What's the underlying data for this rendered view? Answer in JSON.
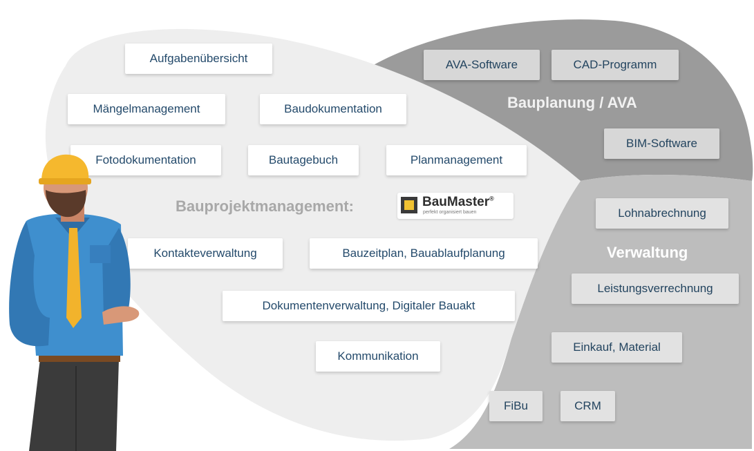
{
  "headings": {
    "planning": "Bauplanung / AVA",
    "admin": "Verwaltung",
    "main": "Bauprojektmanagement:"
  },
  "logo": {
    "wordmark": "BauMaster",
    "registered": "®",
    "tagline": "perfekt organisiert bauen"
  },
  "project_items": [
    "Aufgabenübersicht",
    "Mängelmanagement",
    "Baudokumentation",
    "Fotodokumentation",
    "Bautagebuch",
    "Planmanagement",
    "Kontakteverwaltung",
    "Bauzeitplan, Bauablaufplanung",
    "Dokumentenverwaltung, Digitaler Bauakt",
    "Kommunikation"
  ],
  "planning_items": [
    "AVA-Software",
    "CAD-Programm",
    "BIM-Software"
  ],
  "admin_items": [
    "Lohnabrechnung",
    "Leistungsverrechnung",
    "Einkauf, Material",
    "FiBu",
    "CRM"
  ],
  "colors": {
    "project_area": "#eeeeee",
    "planning_area": "#9b9b9b",
    "admin_area": "#bdbdbd",
    "chip_text": "#244a6b",
    "helmet": "#f5b82e",
    "shirt": "#3f8fce",
    "tie": "#f2b32c"
  },
  "icons": [
    "construction-worker-illustration",
    "baumaster-logo-mark"
  ]
}
